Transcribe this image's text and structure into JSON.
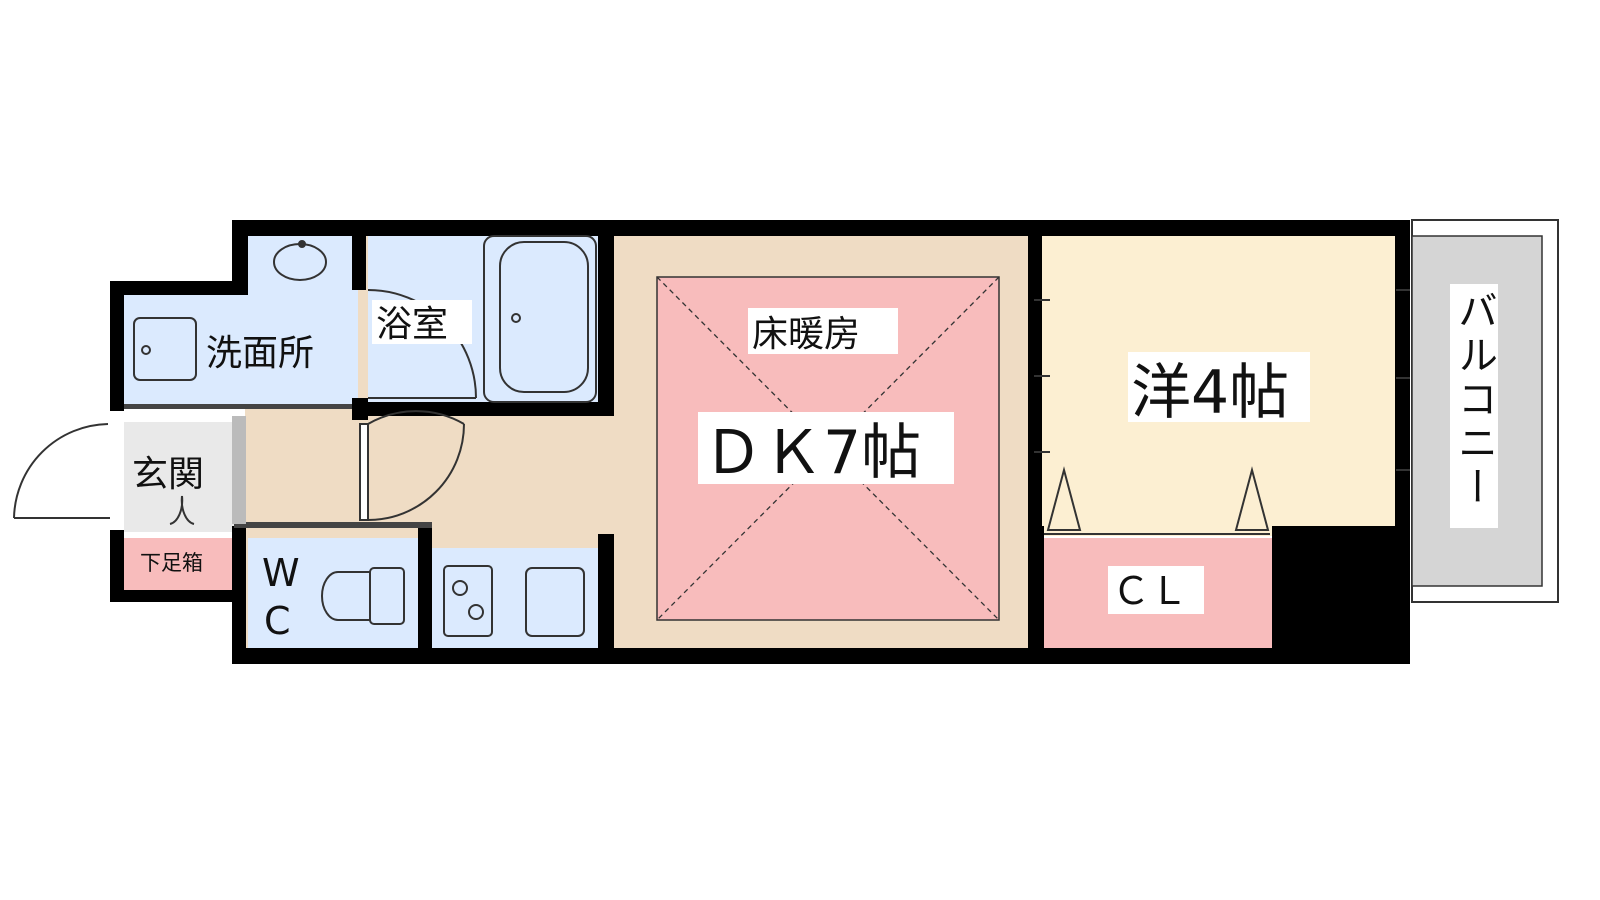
{
  "rooms": {
    "washroom": "洗面所",
    "bathroom": "浴室",
    "entrance": "玄関",
    "shoe_box": "下足箱",
    "toilet_w": "W",
    "toilet_c": "C",
    "floor_heating": "床暖房",
    "dining_kitchen": "ＤＫ7帖",
    "western_room": "洋4帖",
    "closet": "ＣＬ",
    "balcony": "バルコニー"
  },
  "colors": {
    "wall": "#000000",
    "wet_area": "#dbeafe",
    "corridor_floor": "#efdcc4",
    "floor_heating": "#f8bcbc",
    "western_room": "#fcefd2",
    "closet": "#f8bcbc",
    "balcony": "#d5d5d5"
  }
}
